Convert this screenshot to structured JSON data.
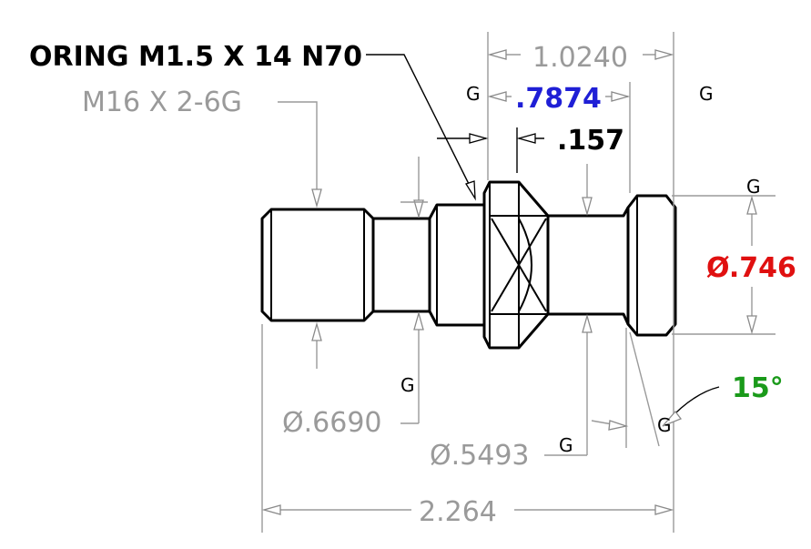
{
  "labels": {
    "oring": "ORING M1.5 X 14 N70",
    "thread": "M16 X 2-6G",
    "flange_length": "1.0240",
    "flange_offset": ".7874",
    "flange_thickness": ".157",
    "head_diameter": "Ø.746",
    "chamfer_angle": "15°",
    "thread_diameter": "Ø.6690",
    "neck_diameter": "Ø.5493",
    "overall_length": "2.264",
    "datum_symbol": "G"
  },
  "colors": {
    "dimension": "#9a9a9a",
    "callout": "#000000",
    "blue_dimension": "#1f1fd6",
    "red_dimension": "#e01010",
    "green_dimension": "#1a9a1a"
  }
}
